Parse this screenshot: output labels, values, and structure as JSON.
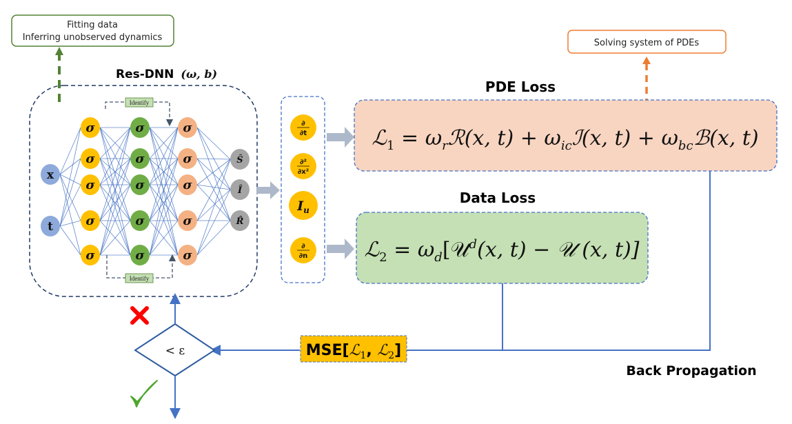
{
  "callouts": {
    "fitting_line1": "Fitting data",
    "fitting_line2": "Inferring unobserved dynamics",
    "solving": "Solving system of PDEs"
  },
  "network": {
    "title": "Res-DNN",
    "params": "(ω, b)",
    "inputs": [
      "x",
      "t"
    ],
    "hidden_symbol": "σ",
    "hidden_layers": 3,
    "neurons_per_layer": 5,
    "outputs": [
      "Ŝ",
      "Î",
      "R̂"
    ],
    "skip_label_top": "Identify",
    "skip_label_bottom": "Identify",
    "colors": {
      "input": "#8eaadb",
      "layer1": "#ffc000",
      "layer2": "#70ad47",
      "layer3": "#f4b183",
      "output": "#a5a5a5",
      "skip_box": "#c5e0b4"
    }
  },
  "operators": {
    "items": [
      {
        "num": "∂",
        "den": "∂t"
      },
      {
        "num": "∂²",
        "den": "∂x²"
      },
      {
        "single": "I",
        "sub": "u"
      },
      {
        "num": "∂",
        "den": "∂n"
      }
    ],
    "color": "#ffc000"
  },
  "pde_loss": {
    "title": "PDE Loss",
    "formula": "ℒ₁ = ωᵣℛ(x, t) + ω_icℐ(x, t) + ω_bcℬ(x, t)",
    "parts": {
      "lhs": "ℒ",
      "lhs_sub": "1",
      "eq": " = ",
      "w1": "ω",
      "w1_sub": "r",
      "t1": "ℛ(x, t) + ",
      "w2": "ω",
      "w2_sub": "ic",
      "t2": "ℐ(x, t) + ",
      "w3": "ω",
      "w3_sub": "bc",
      "t3": "ℬ(x, t)"
    },
    "fill": "#f8d5c1"
  },
  "data_loss": {
    "title": "Data Loss",
    "formula": "ℒ₂ = ω_d[𝒰ᵈ(x, t) − 𝒰 (x, t)]",
    "parts": {
      "lhs": "ℒ",
      "lhs_sub": "2",
      "eq": " = ",
      "w": "ω",
      "w_sub": "d",
      "t1": "[𝒰",
      "sup": "d",
      "t2": "(x, t) − 𝒰 (x, t)]"
    },
    "fill": "#c5e0b4"
  },
  "mse": {
    "label": "MSE[",
    "l1": "ℒ",
    "l1_sub": "1",
    "comma": ", ",
    "l2": "ℒ",
    "l2_sub": "2",
    "close": "]",
    "fill": "#ffc000"
  },
  "decision": {
    "label": "< ε",
    "fail_icon": "cross-icon",
    "pass_icon": "check-icon",
    "fail_color": "#ff0000",
    "pass_color": "#4ea72e"
  },
  "back_propagation": "Back Propagation"
}
